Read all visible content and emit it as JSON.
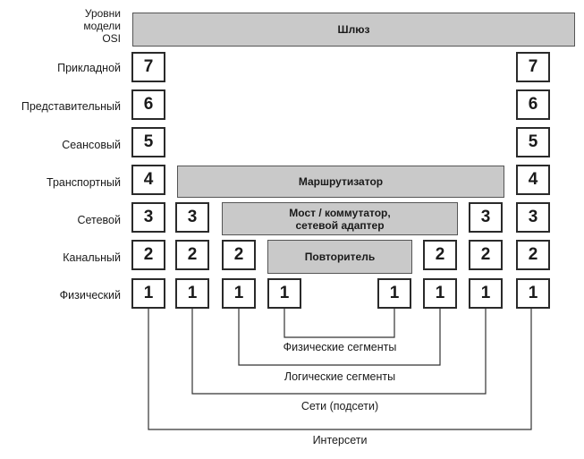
{
  "header": {
    "levels_title": "Уровни\nмодели\nOSI"
  },
  "layers": [
    {
      "num": "7",
      "name": "Прикладной"
    },
    {
      "num": "6",
      "name": "Представительный"
    },
    {
      "num": "5",
      "name": "Сеансовый"
    },
    {
      "num": "4",
      "name": "Транспортный"
    },
    {
      "num": "3",
      "name": "Сетевой"
    },
    {
      "num": "2",
      "name": "Канальный"
    },
    {
      "num": "1",
      "name": "Физический"
    }
  ],
  "devices": {
    "gateway": "Шлюз",
    "router": "Маршрутизатор",
    "bridge": "Мост / коммутатор,\nсетевой адаптер",
    "repeater": "Повторитель"
  },
  "segments": {
    "physical": "Физические сегменты",
    "logical": "Логические сегменты",
    "networks": "Сети (подсети)",
    "internet": "Интерсети"
  },
  "colors": {
    "device_fill": "#c9c9c9",
    "box_border": "#2a2a2a"
  }
}
